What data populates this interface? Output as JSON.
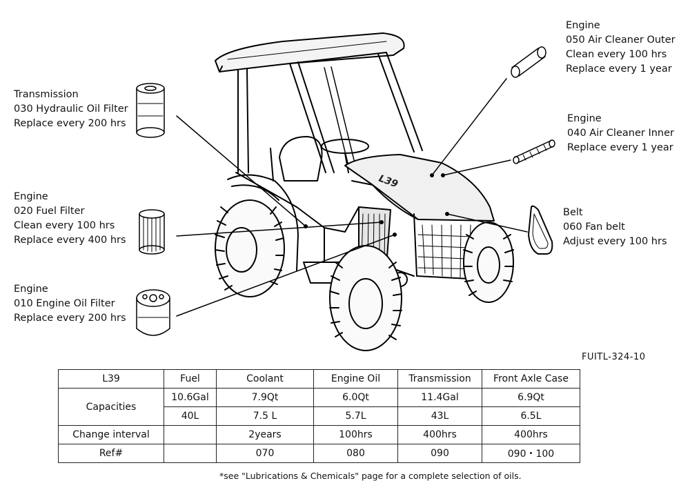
{
  "callouts": {
    "transmission_filter": {
      "system": "Transmission",
      "part": "030 Hydraulic Oil Filter",
      "lines": [
        "Replace every 200 hrs"
      ]
    },
    "fuel_filter": {
      "system": "Engine",
      "part": "020 Fuel Filter",
      "lines": [
        "Clean every 100 hrs",
        "Replace every 400 hrs"
      ]
    },
    "engine_oil_filter": {
      "system": "Engine",
      "part": "010 Engine Oil Filter",
      "lines": [
        "Replace every 200 hrs"
      ]
    },
    "air_cleaner_outer": {
      "system": "Engine",
      "part": "050 Air Cleaner Outer",
      "lines": [
        "Clean every 100 hrs",
        "Replace every 1 year"
      ]
    },
    "air_cleaner_inner": {
      "system": "Engine",
      "part": "040 Air Cleaner Inner",
      "lines": [
        "Replace every 1 year"
      ]
    },
    "fan_belt": {
      "system": "Belt",
      "part": "060 Fan belt",
      "lines": [
        "Adjust every 100 hrs"
      ]
    }
  },
  "hood_label": "L39",
  "figure_code": "FUITL-324-10",
  "table": {
    "model": "L39",
    "columns": [
      "Fuel",
      "Coolant",
      "Engine Oil",
      "Transmission",
      "Front Axle Case"
    ],
    "capacities_label": "Capacities",
    "capacities_gal": [
      "10.6Gal",
      "7.9Qt",
      "6.0Qt",
      "11.4Gal",
      "6.9Qt"
    ],
    "capacities_l": [
      "40L",
      "7.5 L",
      "5.7L",
      "43L",
      "6.5L"
    ],
    "change_label": "Change interval",
    "change": [
      "",
      "2years",
      "100hrs",
      "400hrs",
      "400hrs"
    ],
    "ref_label": "Ref#",
    "ref": [
      "",
      "070",
      "080",
      "090",
      "090・100"
    ]
  },
  "footnote": "*see \"Lubrications & Chemicals\" page for a complete selection of oils."
}
